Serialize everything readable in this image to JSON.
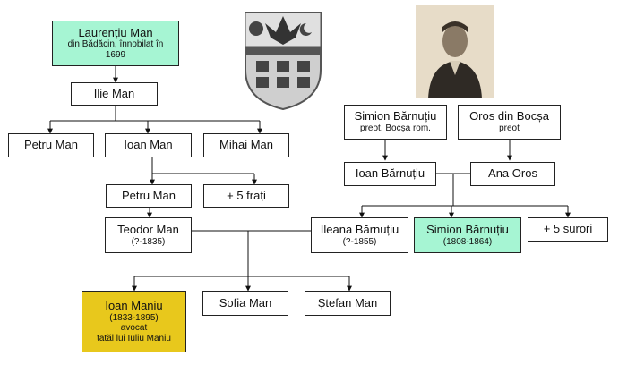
{
  "people": {
    "laurentiu": {
      "name": "Laurențiu Man",
      "note": "din Bădăcin, înnobilat în 1699"
    },
    "ilie": {
      "name": "Ilie Man"
    },
    "petru1": {
      "name": "Petru Man"
    },
    "ioan": {
      "name": "Ioan Man"
    },
    "mihai": {
      "name": "Mihai Man"
    },
    "petru2": {
      "name": "Petru Man"
    },
    "frati": {
      "name": "+ 5 frați"
    },
    "teodor": {
      "name": "Teodor Man",
      "dates": "(?-1835)"
    },
    "simion_sr": {
      "name": "Simion Bărnuțiu",
      "note": "preot, Bocșa rom."
    },
    "oros": {
      "name": "Oros din Bocșa",
      "note": "preot"
    },
    "ioan_b": {
      "name": "Ioan Bărnuțiu"
    },
    "ana": {
      "name": "Ana Oros"
    },
    "ileana": {
      "name": "Ileana Bărnuțiu",
      "dates": "(?-1855)"
    },
    "simion_jr": {
      "name": "Simion Bărnuțiu",
      "dates": "(1808-1864)"
    },
    "surori": {
      "name": "+ 5 surori"
    },
    "ioan_maniu": {
      "name": "Ioan Maniu",
      "dates": "(1833-1895)",
      "role": "avocat",
      "note": "tatăl lui Iuliu Maniu"
    },
    "sofia": {
      "name": "Sofia Man"
    },
    "stefan": {
      "name": "Ștefan Man"
    }
  },
  "colors": {
    "highlight_green": "#a6f5d3",
    "highlight_gold": "#e8c81c"
  },
  "images": {
    "crest": "coat-of-arms",
    "portrait": "portrait-photo"
  }
}
